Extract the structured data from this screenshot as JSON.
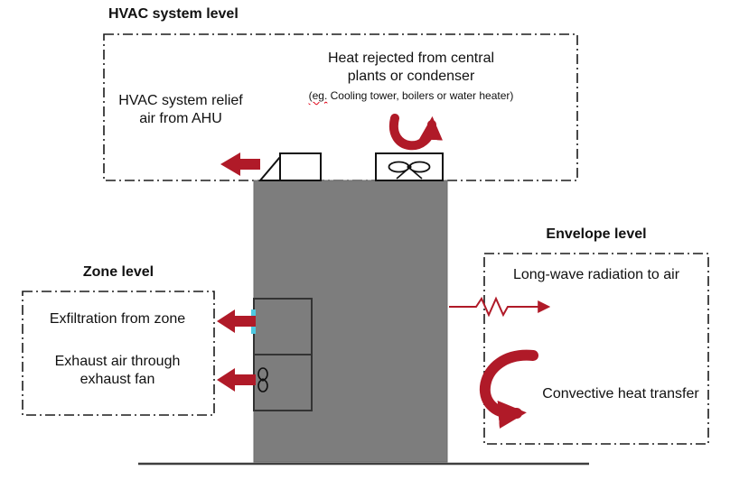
{
  "hvac": {
    "title": "HVAC system level",
    "relief_line1": "HVAC system relief",
    "relief_line2": "air from AHU",
    "heat_line1": "Heat rejected from central",
    "heat_line2": "plants or condenser",
    "heat_note_eg": "(eg.",
    "heat_note_rest": "Cooling tower, boilers or water heater)"
  },
  "zone": {
    "title": "Zone level",
    "exfiltration": "Exfiltration from zone",
    "exhaust_line1": "Exhaust air through",
    "exhaust_line2": "exhaust fan"
  },
  "envelope": {
    "title": "Envelope level",
    "radiation": "Long-wave radiation to air",
    "convection": "Convective heat transfer"
  },
  "colors": {
    "arrow_red": "#b01a28",
    "building_gray": "#7d7d7d",
    "accent_cyan": "#4ec9e1",
    "line_dark": "#1b1b1b"
  }
}
